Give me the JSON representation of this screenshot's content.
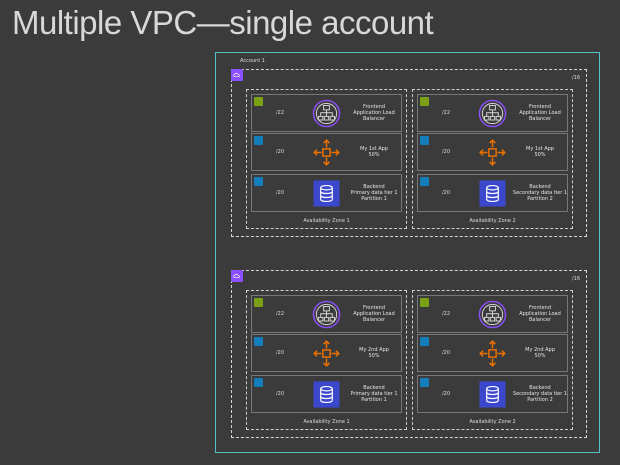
{
  "slide": {
    "title": "Multiple VPC—single account"
  },
  "account": {
    "label": "Account 1"
  },
  "colors": {
    "account_border": "#56c1c9",
    "vpc_icon": "#8c4fff",
    "public_subnet": "#7aa116",
    "private_subnet": "#147eba",
    "elb_icon": "#8c4fff",
    "app_icon": "#ed7100",
    "db_icon": "#3b48cc"
  },
  "icons": {
    "vpc": "vpc-icon",
    "alb": "application-load-balancer-icon",
    "app": "auto-scaling-arrows-icon",
    "db": "database-icon"
  },
  "vpcs": [
    {
      "cidr": "/16",
      "zones": [
        {
          "label": "Availability Zone 1",
          "subnets": [
            {
              "cidr": "/22",
              "line1": "Frontend",
              "line2": "Application Load Balancer",
              "line3": ""
            },
            {
              "cidr": "/20",
              "line1": "My 1st App",
              "line2": "50%",
              "line3": ""
            },
            {
              "cidr": "/20",
              "line1": "Backend",
              "line2": "Primary data tier 1",
              "line3": "Partition 1"
            }
          ]
        },
        {
          "label": "Availability Zone 2",
          "subnets": [
            {
              "cidr": "/22",
              "line1": "Frontend",
              "line2": "Application Load Balancer",
              "line3": ""
            },
            {
              "cidr": "/20",
              "line1": "My 1st App",
              "line2": "50%",
              "line3": ""
            },
            {
              "cidr": "/20",
              "line1": "Backend",
              "line2": "Secondary data tier 1",
              "line3": "Partition 2"
            }
          ]
        }
      ]
    },
    {
      "cidr": "/16",
      "zones": [
        {
          "label": "Availability Zone 1",
          "subnets": [
            {
              "cidr": "/22",
              "line1": "Frontend",
              "line2": "Application Load Balancer",
              "line3": ""
            },
            {
              "cidr": "/20",
              "line1": "My 2nd App",
              "line2": "50%",
              "line3": ""
            },
            {
              "cidr": "/20",
              "line1": "Backend",
              "line2": "Primary data tier 1",
              "line3": "Partition 1"
            }
          ]
        },
        {
          "label": "Availability Zone 2",
          "subnets": [
            {
              "cidr": "/22",
              "line1": "Frontend",
              "line2": "Application Load Balancer",
              "line3": ""
            },
            {
              "cidr": "/20",
              "line1": "My 2nd App",
              "line2": "50%",
              "line3": ""
            },
            {
              "cidr": "/20",
              "line1": "Backend",
              "line2": "Secondary data tier 1",
              "line3": "Partition 2"
            }
          ]
        }
      ]
    }
  ]
}
